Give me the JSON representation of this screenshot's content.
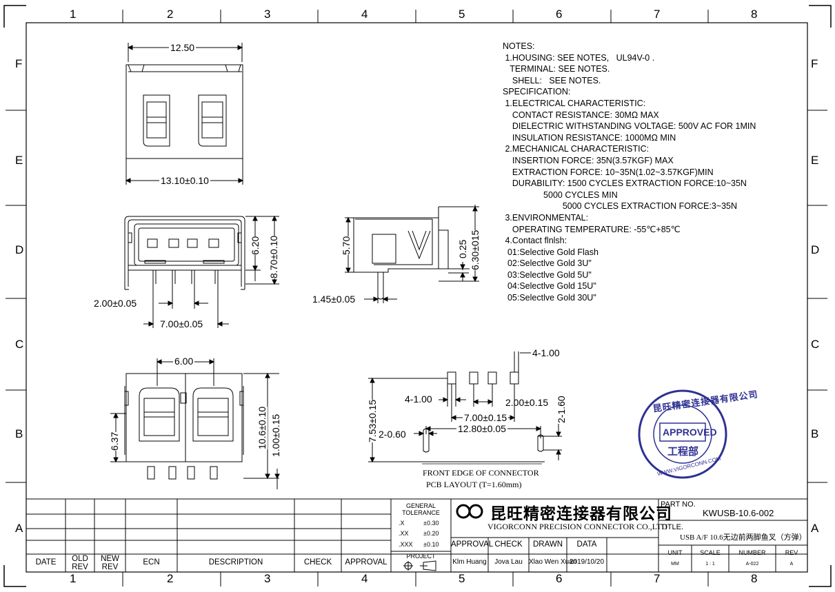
{
  "zones_top": [
    "1",
    "2",
    "3",
    "4",
    "5",
    "6",
    "7",
    "8"
  ],
  "zones_side": [
    "F",
    "E",
    "D",
    "C",
    "B",
    "A"
  ],
  "dims": {
    "top_width": "12.50",
    "bottom_width": "13.10±0.10",
    "height_620": "6.20",
    "height_870": "8.70±0.10",
    "pitch_200": "2.00±0.05",
    "pitch_700": "7.00±0.05",
    "side_570": "5.70",
    "side_025": "0.25",
    "side_630": "6.30±015",
    "side_145": "1.45±0.05",
    "bottom_600": "6.00",
    "bottom_637": "6.37",
    "bottom_106": "10.6±0.10",
    "bottom_100": "1.00±0.15",
    "pcb_4_100_top": "4-1.00",
    "pcb_4_100_left": "4-1.00",
    "pcb_200": "2.00±0.15",
    "pcb_700": "7.00±0.15",
    "pcb_1280": "12.80±0.05",
    "pcb_2_060": "2-0.60",
    "pcb_2_160": "2-1.60",
    "pcb_753": "7.53±0.15"
  },
  "pcb_caption": {
    "line1": "FRONT EDGE OF CONNECTOR",
    "line2": "PCB   LAYOUT   (T=1.60mm)"
  },
  "notes": [
    "NOTES:",
    " 1.HOUSING: SEE NOTES,   UL94V-0 .",
    "   TERMINAL: SEE NOTES.",
    "    SHELL:   SEE NOTES.",
    "SPECIFICATION:",
    " 1.ELECTRICAL CHARACTERISTIC:",
    "    CONTACT RESISTANCE: 30MΩ MAX",
    "    DIELECTRIC WITHSTANDING VOLTAGE: 500V AC FOR 1MIN",
    "    INSULATION RESISTANCE: 1000MΩ MIN",
    " 2.MECHANICAL CHARACTERISTIC:",
    "    INSERTION FORCE: 35N(3.57KGF) MAX",
    "    EXTRACTION FORCE: 10~35N(1.02~3.57KGF)MIN",
    "    DURABILITY: 1500 CYCLES EXTRACTION FORCE:10~35N",
    "                 5000 CYCLES MIN",
    "                         5000 CYCLES EXTRACTION FORCE:3~35N",
    " 3.ENVIRONMENTAL:",
    "    OPERATING TEMPERATURE: -55℃+85℃",
    " 4.Contact flnlsh:",
    "  01:Selective Gold Flash",
    "  02:Selectlve Gold 3U\"",
    "  03:Selectlve Gold 5U\"",
    "  04:Selectlve Gold 15U\"",
    "  05:Selectlve Gold 30U\""
  ],
  "stamp": {
    "ring_text": "昆旺精密连接器有限公司",
    "approved": "APPROVED",
    "dept": "工程部",
    "url": "WWW.VIGORCONN.COM",
    "color": "#2e3192"
  },
  "title_block": {
    "general_tolerance": "GENERAL\nTOLERANCE",
    "tol_x": ".X",
    "tol_x_val": "±0.30",
    "tol_xx": ".XX",
    "tol_xx_val": "±0.20",
    "tol_xxx": ".XXX",
    "tol_xxx_val": "±0.10",
    "project": "PROJECT",
    "company_cn": "昆旺精密连接器有限公司",
    "company_en": "VIGORCONN PRECISION CONNECTOR CO.,LTD",
    "approval_h": "APPROVAL",
    "check_h": "CHECK",
    "drawn_h": "DRAWN",
    "data_h": "DATA",
    "approval_v": "Klm Huang",
    "check_v": "Jova Lau",
    "drawn_v": "Xlao Wen Xuan",
    "data_v": "2019/10/20",
    "part_no_label": "PART NO.",
    "part_no": "KWUSB-10.6-002",
    "title_label": "TITLE.",
    "title": "USB A/F 10.6无边前两脚鱼叉（方弹）",
    "unit_h": "UNIT",
    "scale_h": "SCALE",
    "number_h": "NUMBER",
    "rev_h": "REV",
    "unit_v": "MM",
    "scale_v": "1 : 1",
    "number_v": "A-022",
    "rev_v": "A"
  },
  "revision_headers": {
    "date": "DATE",
    "old_rev": "OLD\nREV",
    "new_rev": "NEW\nREV",
    "ecn": "ECN",
    "description": "DESCRIPTION",
    "check": "CHECK",
    "approval": "APPROVAL"
  }
}
